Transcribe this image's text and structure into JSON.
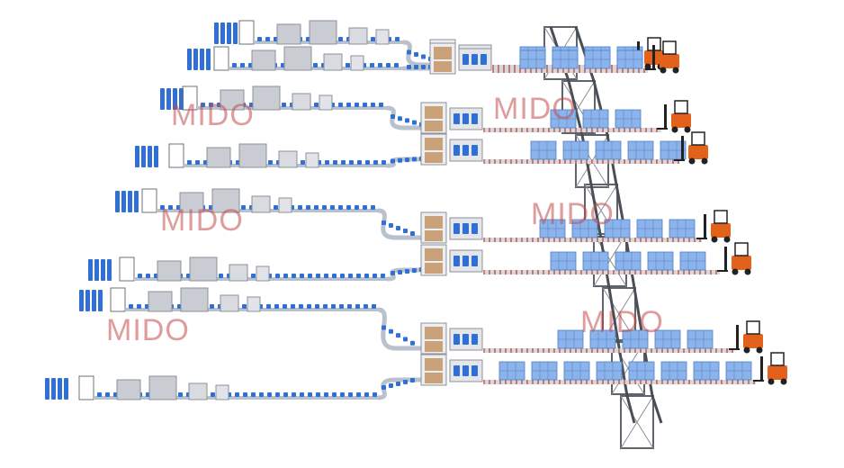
{
  "watermark": {
    "text": "MIDO",
    "color": "#c44a4a"
  },
  "scene": {
    "description_key": "bottled-water-production-lines",
    "line_count": 8,
    "colors": {
      "bottle": "#2f6fd6",
      "bottle_light": "#8cb4ea",
      "machine": "#c9ccd2",
      "frame": "#6d7179",
      "conveyor": "#b9c1cc",
      "roller": "#c0392b",
      "pallet_box": "#c9a27a",
      "forklift_body": "#e2621b",
      "forklift_dark": "#222222",
      "background": "#ffffff"
    }
  }
}
